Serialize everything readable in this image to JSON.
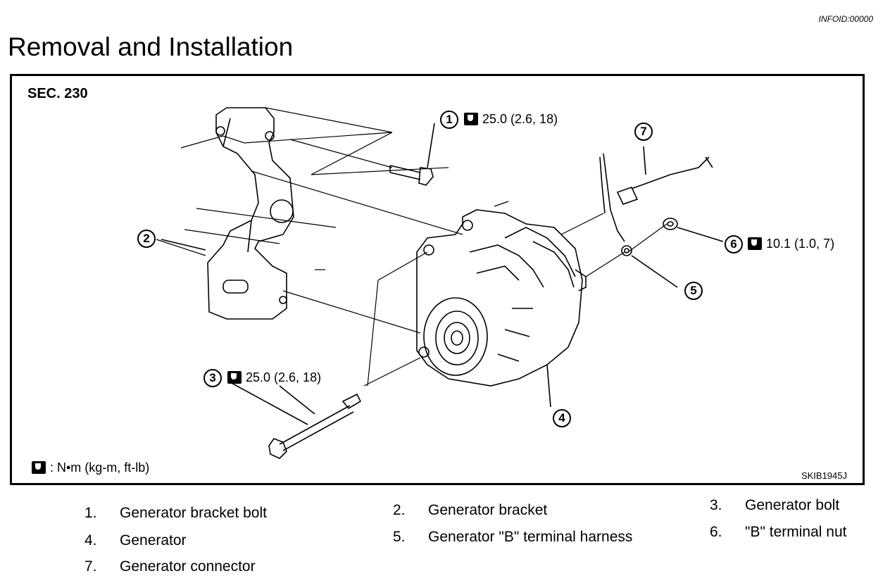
{
  "header": {
    "infoid": "INFOID:00000",
    "title": "Removal and Installation"
  },
  "figure": {
    "section": "SEC. 230",
    "figure_id": "SKIB1945J",
    "unit_legend": ": N•m (kg-m, ft-lb)",
    "callouts": [
      "1",
      "2",
      "3",
      "4",
      "5",
      "6",
      "7"
    ],
    "torques": {
      "t1": "25.0 (2.6, 18)",
      "t3": "25.0 (2.6, 18)",
      "t6": "10.1 (1.0, 7)"
    }
  },
  "parts": [
    {
      "num": "1.",
      "name": "Generator bracket bolt"
    },
    {
      "num": "2.",
      "name": "Generator bracket"
    },
    {
      "num": "3.",
      "name": "Generator bolt"
    },
    {
      "num": "4.",
      "name": "Generator"
    },
    {
      "num": "5.",
      "name": "Generator \"B\" terminal harness"
    },
    {
      "num": "6.",
      "name": "\"B\" terminal nut"
    },
    {
      "num": "7.",
      "name": "Generator connector"
    }
  ]
}
